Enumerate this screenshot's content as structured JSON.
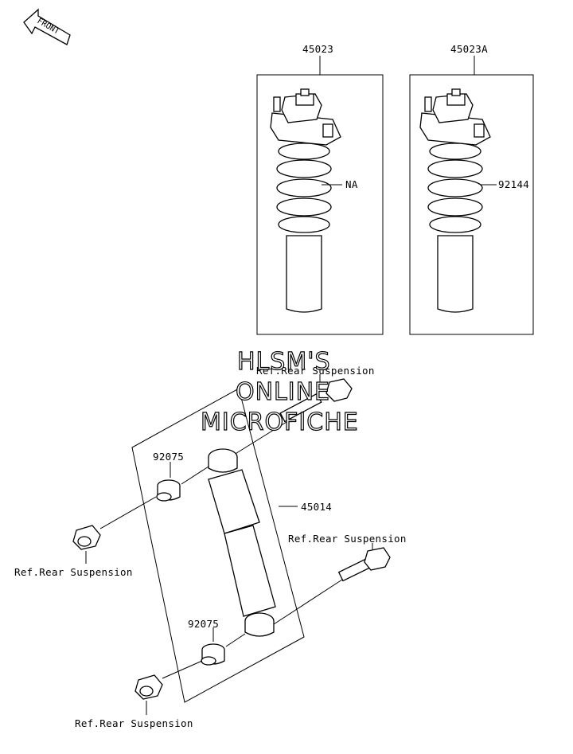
{
  "front_badge": "FRONT",
  "labels": {
    "assy_a": "45023",
    "assy_b": "45023A",
    "spring_a": "NA",
    "spring_b": "92144",
    "shock": "45014",
    "bushing_upper": "92075",
    "bushing_lower": "92075",
    "ref_upper_right": "Ref.Rear Suspension",
    "ref_mid_right": "Ref.Rear Suspension",
    "ref_upper_left": "Ref.Rear Suspension",
    "ref_bottom_left": "Ref.Rear Suspension"
  },
  "watermark": {
    "line1": "HLSM'S",
    "line2": "ONLINE",
    "line3": "MICROFICHE"
  }
}
